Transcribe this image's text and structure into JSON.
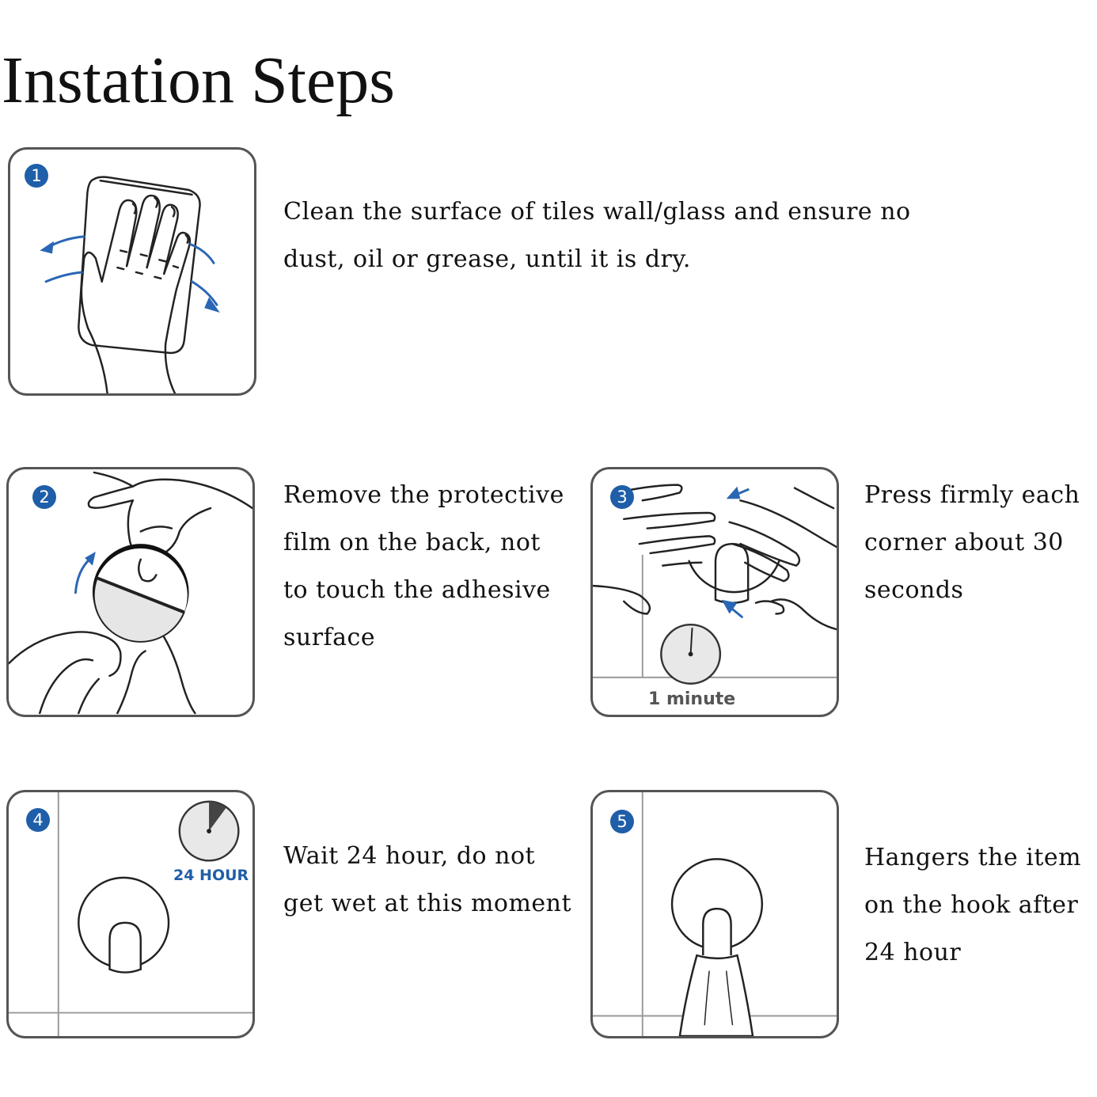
{
  "title": "Instation Steps",
  "colors": {
    "accent": "#1f5ea8",
    "border": "#555555",
    "line": "#222222"
  },
  "steps": [
    {
      "number": "1",
      "icon": "hand-wiping-icon",
      "lines": [
        "Clean the surface of tiles wall/glass and ensure no",
        "dust, oil or grease, until it is dry."
      ]
    },
    {
      "number": "2",
      "icon": "peel-film-icon",
      "lines": [
        "Remove the protective",
        "film on the back, not",
        "to touch the adhesive",
        "surface"
      ]
    },
    {
      "number": "3",
      "icon": "press-hook-icon",
      "timer_label": "1 minute",
      "lines": [
        "Press firmly each",
        "corner about 30",
        "seconds"
      ]
    },
    {
      "number": "4",
      "icon": "wait-clock-icon",
      "timer_label": "24 HOUR",
      "lines": [
        "Wait 24 hour, do not",
        "get wet at this moment"
      ]
    },
    {
      "number": "5",
      "icon": "hang-towel-icon",
      "lines": [
        "Hangers the item",
        "on the hook after",
        "24 hour"
      ]
    }
  ]
}
